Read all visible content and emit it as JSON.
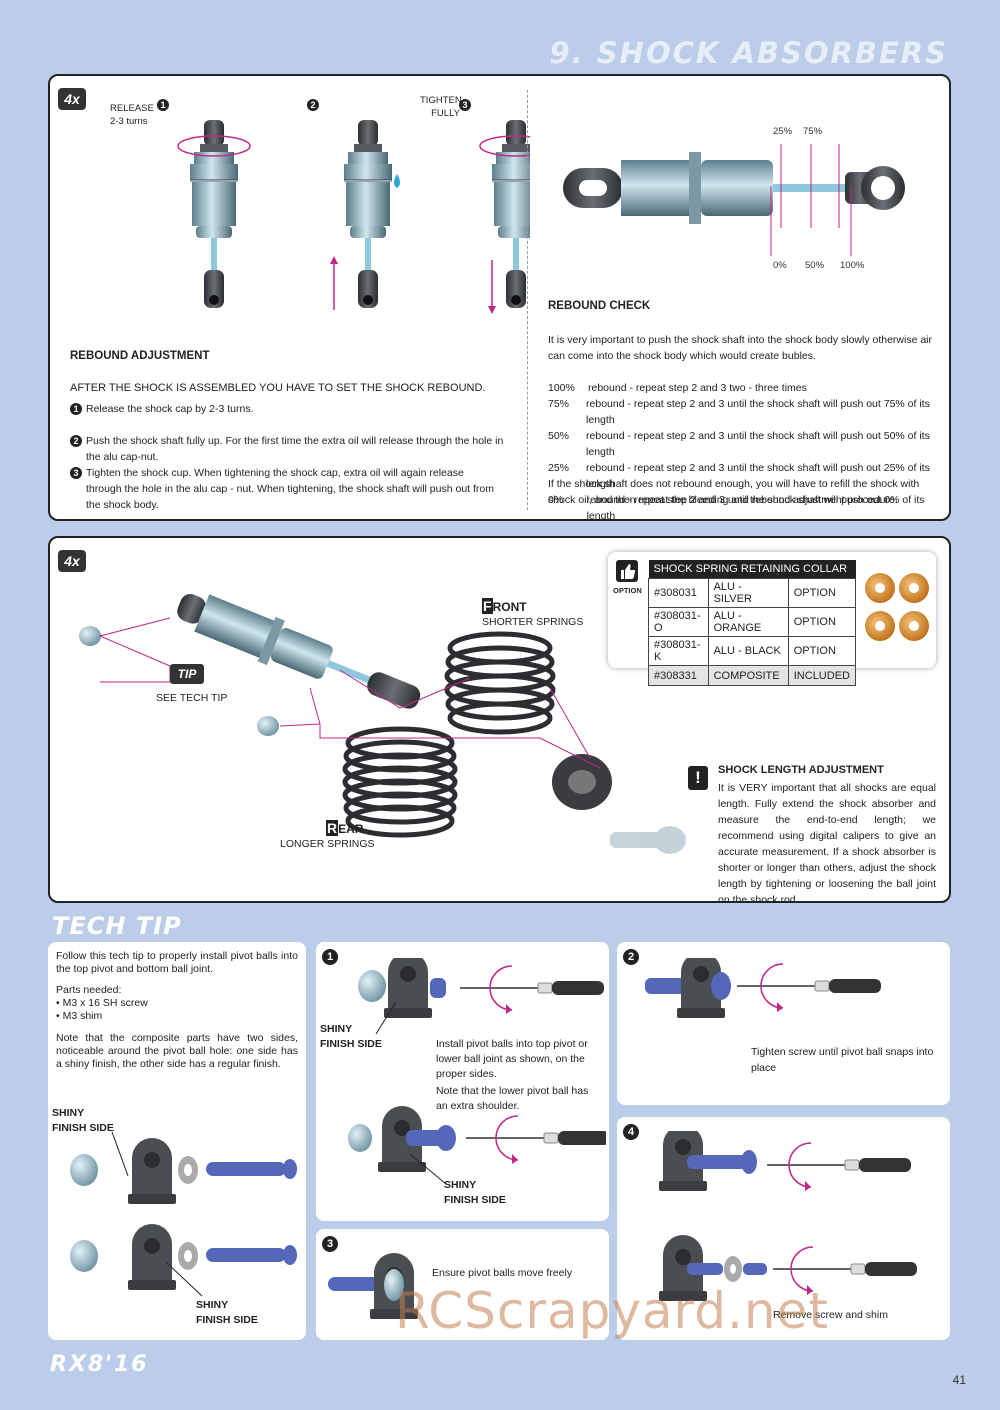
{
  "page": {
    "section_title": "9. SHOCK ABSORBERS",
    "logo": "RX8'16",
    "page_number": "41",
    "watermark": "RCScrapyard.net"
  },
  "rebound": {
    "qty": "4x",
    "step1_label": "RELEASE\n2-3 turns",
    "step3_label": "TIGHTEN\nFULLY",
    "step_nums": [
      "1",
      "2",
      "3"
    ],
    "adj_heading": "REBOUND ADJUSTMENT",
    "adj_intro": "AFTER THE SHOCK IS ASSEMBLED YOU HAVE TO SET THE SHOCK REBOUND.",
    "adj_steps": [
      "Release the shock cap by 2-3 turns.",
      "Push the shock shaft fully up. For the first time the extra oil will release through the hole in the alu cap-nut.",
      "Tighten the shock cup. When tightening the shock cap, extra oil will again release through the hole in the alu cap - nut. When tightening, the shock shaft will push out from the shock body."
    ],
    "check_heading": "REBOUND CHECK",
    "check_intro": "It is very important to push the shock shaft into the shock body slowly otherwise air can come into the shock body which would create bubles.",
    "check_rows": [
      {
        "pct": "100%",
        "text": "rebound - repeat step 2 and 3 two - three times"
      },
      {
        "pct": "75%",
        "text": "rebound - repeat step 2 and 3  until the shock shaft will push out 75% of its length"
      },
      {
        "pct": "50%",
        "text": "rebound - repeat step 2 and 3  until the shock shaft will push out 50% of its length"
      },
      {
        "pct": "25%",
        "text": "rebound - repeat step 2 and 3  until the shock shaft will push out 25% of its length"
      },
      {
        "pct": "0%",
        "text": "rebound - repeat step 2 and 3  until the shock shaft will push out 0% of its length"
      }
    ],
    "check_outro": "If the shock shaft does not rebound enough, you will have to refill the shock with shock oil, and then repeat the bleeding and rebound adjustment procedure.",
    "scale_top": [
      "25%",
      "75%"
    ],
    "scale_bottom": [
      "0%",
      "50%",
      "100%"
    ]
  },
  "springs": {
    "qty": "4x",
    "tip_badge": "TIP",
    "tip_label": "SEE TECH TIP",
    "front_initial": "F",
    "front_rest": "RONT",
    "front_sub": "SHORTER SPRINGS",
    "rear_initial": "R",
    "rear_rest": "EAR",
    "rear_sub": "LONGER SPRINGS",
    "option_label": "OPTION",
    "collar_title": "SHOCK SPRING RETAINING COLLAR",
    "collar_rows": [
      [
        "#308031",
        "ALU - SILVER",
        "OPTION"
      ],
      [
        "#308031-O",
        "ALU - ORANGE",
        "OPTION"
      ],
      [
        "#308031-K",
        "ALU - BLACK",
        "OPTION"
      ],
      [
        "#308331",
        "COMPOSITE",
        "INCLUDED"
      ]
    ],
    "len_heading": "SHOCK LENGTH ADJUSTMENT",
    "len_text": "It is VERY important that all shocks are equal length. Fully extend the shock absorber and measure the end-to-end length; we recommend using digital calipers to give an accurate measurement. If a shock absorber is shorter or longer than others, adjust the shock length by tightening or loosening the ball joint on the shock rod."
  },
  "techtip": {
    "title": "TECH TIP",
    "intro": "Follow this tech tip to properly install pivot balls into the top pivot and bottom ball joint.",
    "parts_heading": "Parts needed:",
    "parts": [
      "• M3 x 16 SH screw",
      "• M3 shim"
    ],
    "note": "Note that the composite parts have two sides, noticeable around the pivot ball hole: one side has a shiny finish, the other side has a regular finish.",
    "shiny_line1": "SHINY",
    "shiny_line2": "FINISH SIDE",
    "step_nums": [
      "1",
      "2",
      "3",
      "4"
    ],
    "step1_text": "Install pivot balls into top pivot or lower ball joint as shown, on the proper sides.",
    "step1_note": "Note that the lower pivot ball has an extra shoulder.",
    "step2_text": "Tighten screw until pivot ball snaps into place",
    "step3_text": "Ensure pivot balls move freely",
    "step4_text": "Remove screw and shim"
  },
  "colors": {
    "background": "#bccde9",
    "accent_magenta": "#c0278a",
    "shock_blue": "#7fc2d6",
    "part_blue": "#5567b8"
  }
}
